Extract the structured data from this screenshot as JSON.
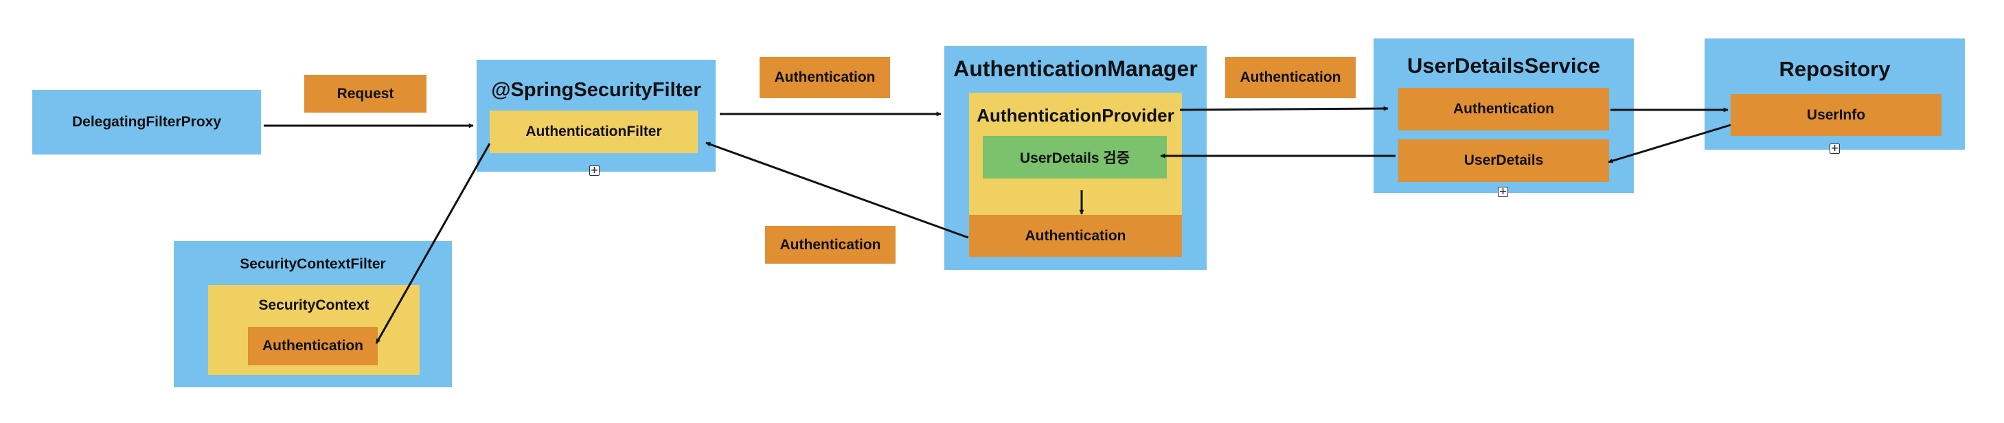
{
  "nodes": {
    "delegating_filter_proxy": "DelegatingFilterProxy",
    "request_label": "Request",
    "spring_security_filter": "@SpringSecurityFilter",
    "authentication_filter": "AuthenticationFilter",
    "security_context_filter": "SecurityContextFilter",
    "security_context": "SecurityContext",
    "security_context_authentication": "Authentication",
    "label_auth_to_manager": "Authentication",
    "label_auth_from_manager": "Authentication",
    "authentication_manager": "AuthenticationManager",
    "authentication_provider": "AuthenticationProvider",
    "userdetails_verify": "UserDetails 검증",
    "manager_authentication": "Authentication",
    "label_auth_to_service": "Authentication",
    "user_details_service": "UserDetailsService",
    "service_authentication": "Authentication",
    "service_userdetails": "UserDetails",
    "repository": "Repository",
    "userinfo": "UserInfo",
    "expand_symbol": "+"
  },
  "colors": {
    "blue": "#77c1ef",
    "yellow": "#f0d060",
    "orange": "#e08f33",
    "green": "#7bc26d",
    "arrow": "#111111"
  }
}
